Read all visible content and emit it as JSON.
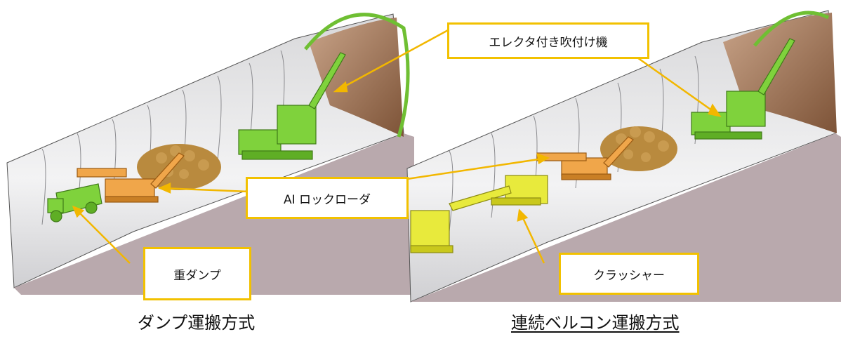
{
  "diagram": {
    "callouts": {
      "erector_sprayer": "エレクタ付き吹付け機",
      "ai_rock_loader": "AI ロックローダ",
      "heavy_dump": "重ダンプ",
      "crusher": "クラッシャー"
    },
    "captions": {
      "left_method": "ダンプ運搬方式",
      "right_method": "連続ベルコン運搬方式"
    },
    "colors": {
      "callout_border": "#f2c100",
      "arrow": "#f2b700",
      "machine_green": "#7fd23c",
      "machine_orange": "#f0a64a",
      "crusher_yellow": "#e8ea3c",
      "rock_muck": "#b98a3e",
      "tunnel_floor": "#b9a9ad",
      "tunnel_wall": "#e9e9ea",
      "tunnel_face": "#9a6a45"
    }
  }
}
